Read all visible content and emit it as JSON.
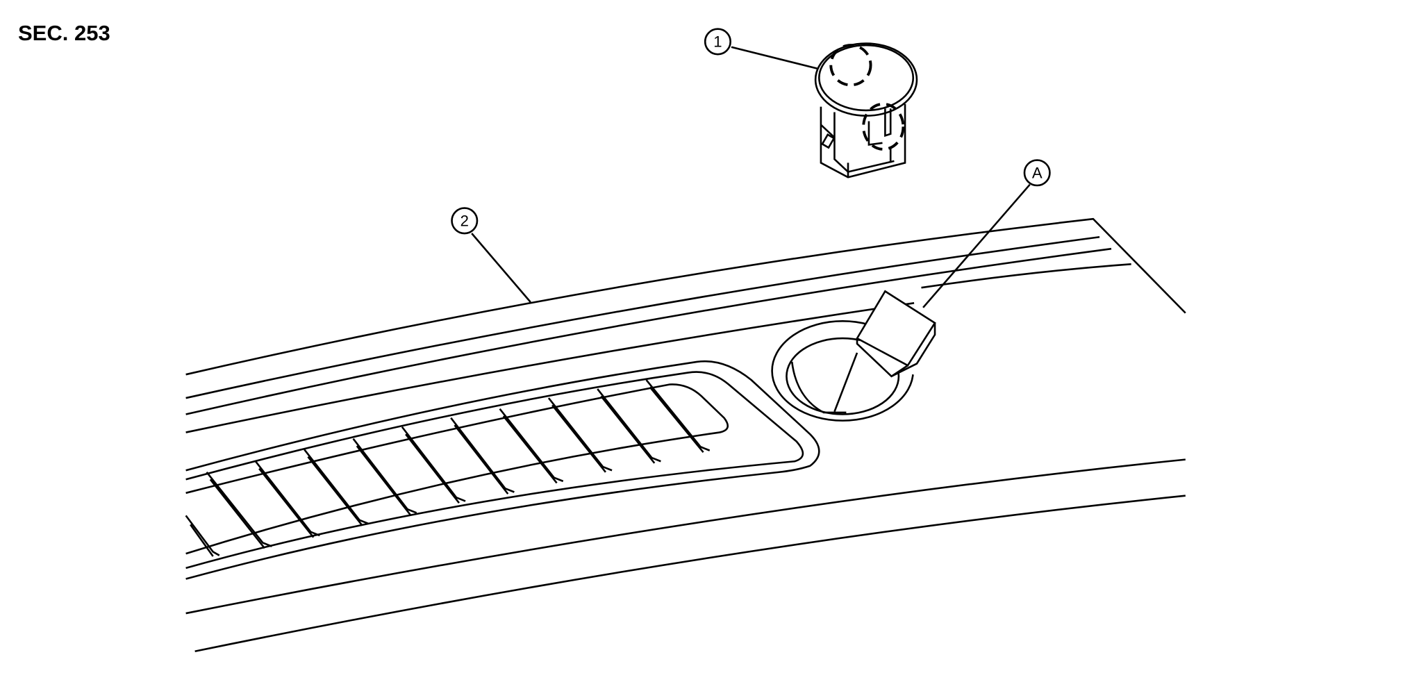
{
  "section_label": "SEC. 253",
  "callouts": {
    "part_1": "1",
    "part_2": "2",
    "detail_a": "A"
  }
}
